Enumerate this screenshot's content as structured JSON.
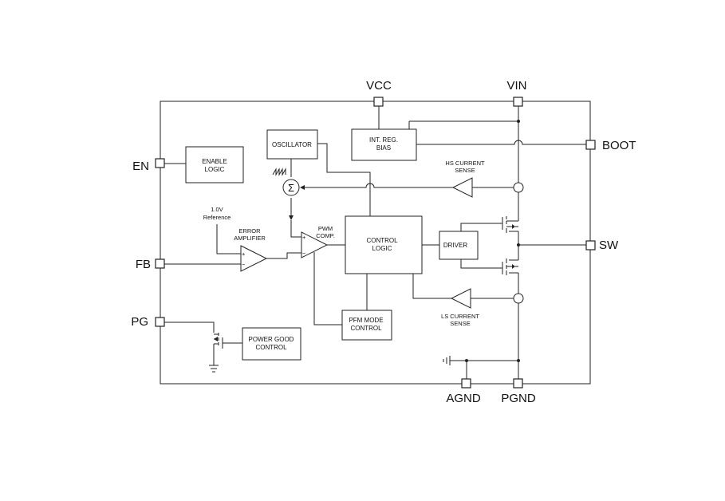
{
  "pins": {
    "vcc": "VCC",
    "vin": "VIN",
    "en": "EN",
    "boot": "BOOT",
    "fb": "FB",
    "sw": "SW",
    "pg": "PG",
    "agnd": "AGND",
    "pgnd": "PGND"
  },
  "blocks": {
    "enable_logic": [
      "ENABLE",
      "LOGIC"
    ],
    "oscillator": [
      "OSCILLATOR"
    ],
    "int_reg": [
      "INT. REG.",
      "BIAS"
    ],
    "control_logic": [
      "CONTROL",
      "LOGIC"
    ],
    "driver": [
      "DRIVER"
    ],
    "pfm_mode": [
      "PFM MODE",
      "CONTROL"
    ],
    "power_good": [
      "POWER GOOD",
      "CONTROL"
    ]
  },
  "labels": {
    "reference": [
      "1.0V",
      "Reference"
    ],
    "error_amp": [
      "ERROR",
      "AMPLIFIER"
    ],
    "pwm_comp": [
      "PWM",
      "COMP."
    ],
    "hs_sense": [
      "HS CURRENT",
      "SENSE"
    ],
    "ls_sense": [
      "LS CURRENT",
      "SENSE"
    ],
    "sigma": "Σ",
    "plus": "+",
    "minus": "−"
  }
}
